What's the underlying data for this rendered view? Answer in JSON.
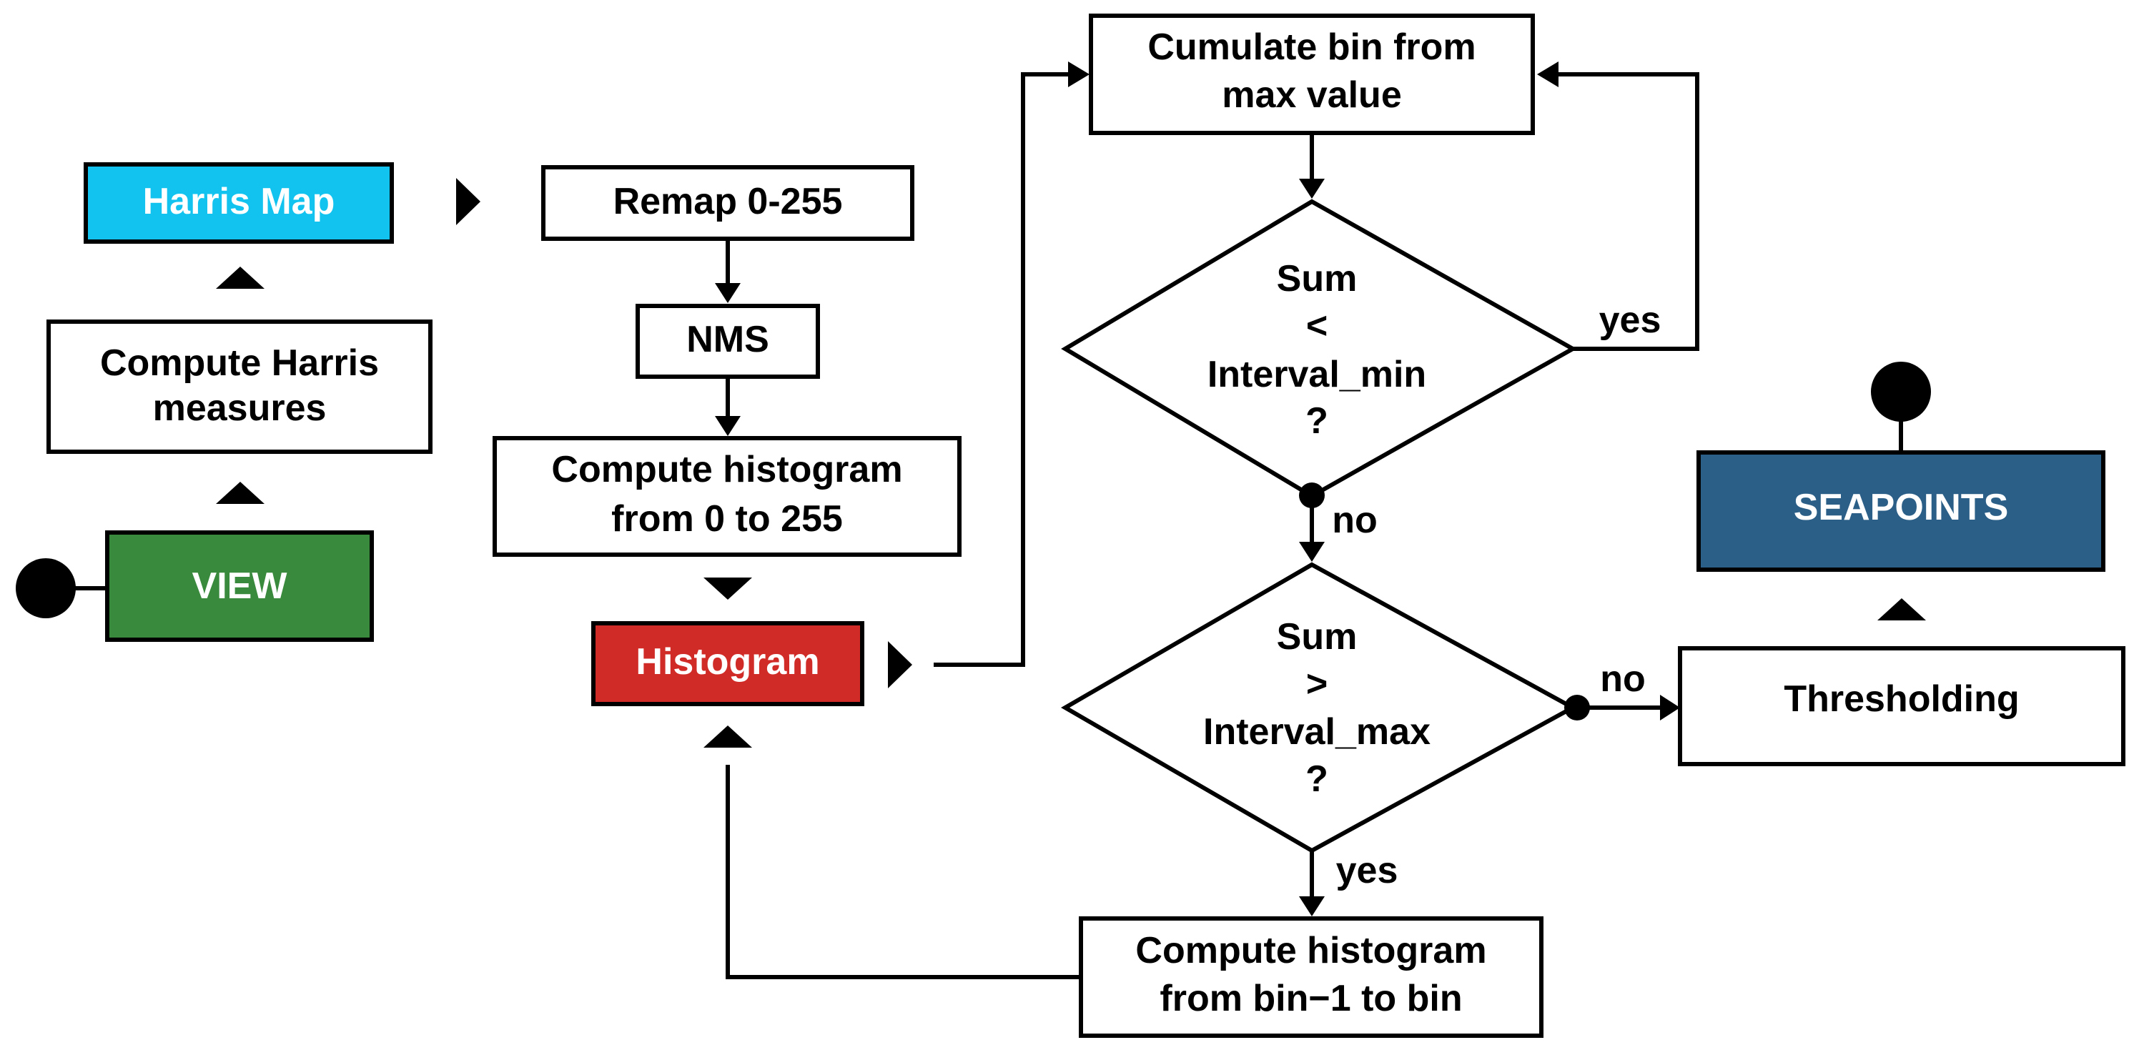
{
  "nodes": {
    "view": {
      "label": "VIEW",
      "fill": "#3a8a3e",
      "text_color": "#ffffff"
    },
    "compute_harris": {
      "line1": "Compute Harris",
      "line2": "measures"
    },
    "harris_map": {
      "label": "Harris Map",
      "fill": "#12c3ef",
      "text_color": "#ffffff"
    },
    "remap": {
      "label": "Remap 0-255"
    },
    "nms": {
      "label": "NMS"
    },
    "compute_hist_full": {
      "line1": "Compute histogram",
      "line2": "from 0 to 255"
    },
    "histogram": {
      "label": "Histogram",
      "fill": "#d02b27",
      "text_color": "#ffffff"
    },
    "cumulate": {
      "line1": "Cumulate bin from",
      "line2": "max value"
    },
    "decision_min": {
      "line1": "Sum",
      "line2": "<",
      "line3": "Interval_min",
      "line4": "?"
    },
    "decision_max": {
      "line1": "Sum",
      "line2": ">",
      "line3": "Interval_max",
      "line4": "?"
    },
    "compute_hist_bin": {
      "line1": "Compute histogram",
      "line2": "from bin−1 to bin"
    },
    "thresholding": {
      "label": "Thresholding"
    },
    "seapoints": {
      "label": "SEAPOINTS",
      "fill": "#2b5f87",
      "text_color": "#ffffff"
    }
  },
  "edge_labels": {
    "min_yes": "yes",
    "min_no": "no",
    "max_no": "no",
    "max_yes": "yes"
  }
}
